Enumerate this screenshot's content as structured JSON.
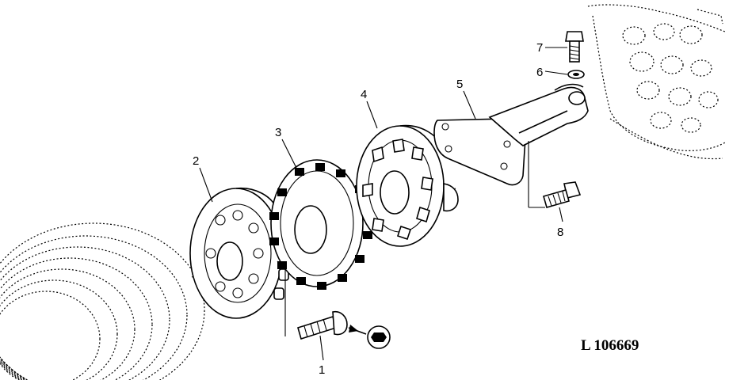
{
  "callouts": {
    "c1": "1",
    "c2": "2",
    "c3": "3",
    "c4": "4",
    "c5": "5",
    "c6": "6",
    "c7": "7",
    "c8": "8"
  },
  "figure_ref": "L 106669"
}
